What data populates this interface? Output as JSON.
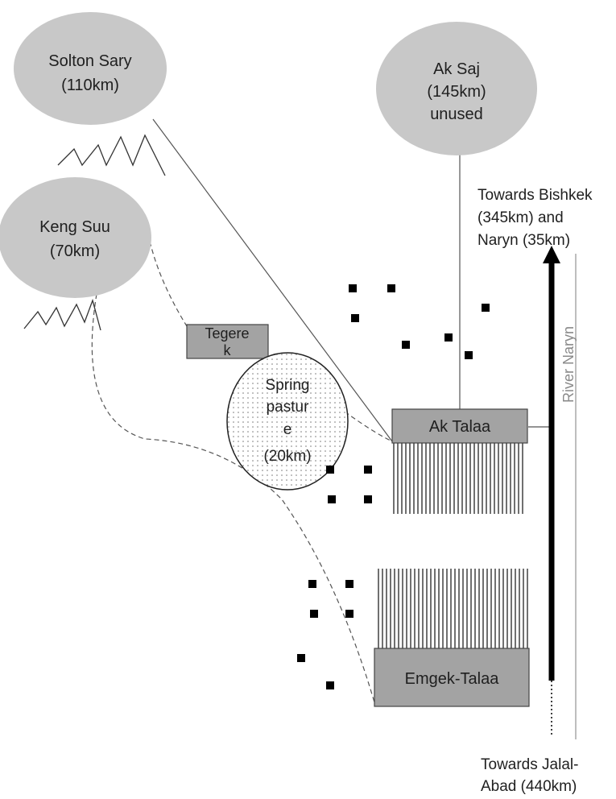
{
  "pastures": [
    {
      "name": "Solton Sary",
      "distance": "(110km)"
    },
    {
      "name": "Ak Saj",
      "distance": "(145km)",
      "status": "unused"
    },
    {
      "name": "Keng Suu",
      "distance": "(70km)"
    }
  ],
  "tegerek": {
    "line1": "Tegere",
    "line2": "k"
  },
  "spring_pasture": {
    "lines": [
      "Spring",
      "pastur",
      "e",
      "(20km)"
    ]
  },
  "villages": {
    "ak_talaa": "Ak Talaa",
    "emgek_talaa": "Emgek-Talaa"
  },
  "directions": {
    "bishkek": [
      "Towards Bishkek",
      "(345km) and",
      "Naryn (35km)"
    ],
    "jalal_abad": [
      "Towards Jalal-",
      "Abad (440km)"
    ]
  },
  "river": "River Naryn",
  "colors": {
    "pasture_fill": "#c8c8c8",
    "box_fill": "#a3a3a3",
    "line": "#555555",
    "road": "#000000",
    "river_line": "#a8a8a8"
  }
}
